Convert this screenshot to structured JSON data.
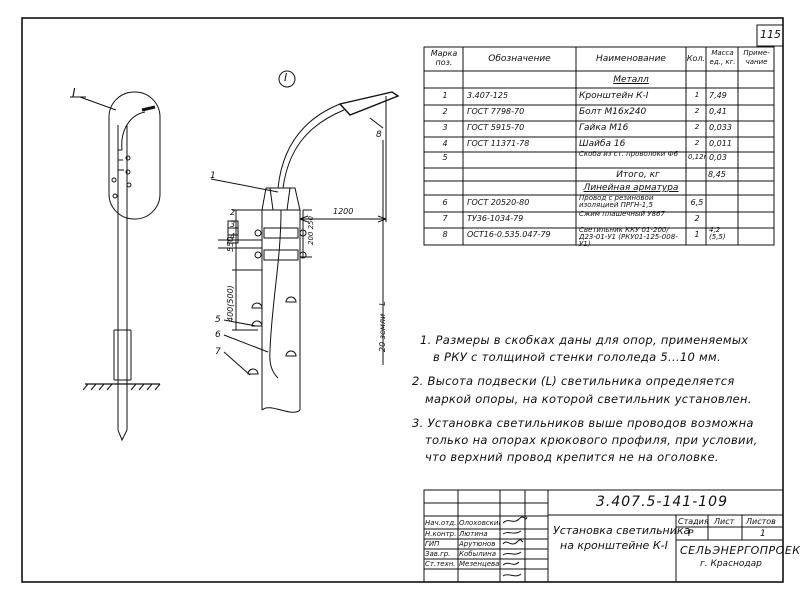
{
  "sheet_number": "115",
  "callout_detail": "I",
  "callout_overview": "I",
  "table": {
    "headers": {
      "pos": "Марка поз.",
      "designation": "Обозначение",
      "name": "Наименование",
      "qty": "Кол.",
      "mass": "Масса ед., кг.",
      "remark": "Приме- чание"
    },
    "section_metal": "Металл",
    "rows_metal": [
      {
        "pos": "1",
        "designation": "3.407-125",
        "name": "Кронштейн К-I",
        "qty": "1",
        "mass": "7,49"
      },
      {
        "pos": "2",
        "designation": "ГОСТ 7798-70",
        "name": "Болт М16х240",
        "qty": "2",
        "mass": "0,41"
      },
      {
        "pos": "3",
        "designation": "ГОСТ 5915-70",
        "name": "Гайка М16",
        "qty": "2",
        "mass": "0,033"
      },
      {
        "pos": "4",
        "designation": "ГОСТ 11371-78",
        "name": "Шайба 16",
        "qty": "2",
        "mass": "0,011"
      },
      {
        "pos": "5",
        "designation": "",
        "name": "Скоба из ст. проволоки Ф6",
        "qty": "0,12м",
        "mass": "0,03"
      }
    ],
    "total_label": "Итого, кг",
    "total_value": "8,45",
    "section_fittings": "Линейная арматура",
    "rows_fittings": [
      {
        "pos": "6",
        "designation": "ГОСТ 20520-80",
        "name": "Провод с резиновой изоляцией ПРГН-1,5",
        "qty": "6,5",
        "mass": ""
      },
      {
        "pos": "7",
        "designation": "ТУ36-1034-79",
        "name": "Сжим плашечный У867",
        "qty": "2",
        "mass": ""
      },
      {
        "pos": "8",
        "designation": "ОСТ16-0.535.047-79",
        "name": "Светильник ККУ 01-200/Д23-01-У1 (РКУ01-125-008-У1)",
        "qty": "1",
        "mass": "4,2 (5,5)"
      }
    ]
  },
  "drawing": {
    "pos_labels": [
      "1",
      "2",
      "3",
      "4",
      "5",
      "6",
      "7",
      "8"
    ],
    "dim_1200": "1200",
    "dim_200_250": "200 250",
    "dim_550": "550",
    "dim_400_500": "400(500)",
    "dim_vertical": "20 земли - L"
  },
  "notes": [
    "1. Размеры в скобках даны для опор, применяемых",
    "в РКУ с толщиной стенки гололеда 5...10 мм.",
    "2. Высота подвески (L) светильника определяется",
    "маркой опоры, на которой светильник установлен.",
    "3. Установка светильников выше проводов возможна",
    "только на опорах крюкового профиля, при условии,",
    "что верхний провод крепится не на оголовке."
  ],
  "title_block": {
    "doc_code": "3.407.5-141-109",
    "title_line1": "Установка светильника",
    "title_line2": "на кронштейне К-I",
    "stage_header": "Стадия",
    "sheet_header": "Лист",
    "sheets_header": "Листов",
    "stage": "Р",
    "sheets": "1",
    "org_line1": "СЕЛЬЭНЕРГОПРОЕКТ",
    "org_line2": "г. Краснодар",
    "roles": [
      {
        "role": "Нач.отд.",
        "name": "Олоховский"
      },
      {
        "role": "Н.контр.",
        "name": "Лютина"
      },
      {
        "role": "ГИП",
        "name": "Арутюнов"
      },
      {
        "role": "Зав.гр.",
        "name": "Кобылина"
      },
      {
        "role": "Ст.техн.",
        "name": "Мезенцева"
      }
    ]
  }
}
